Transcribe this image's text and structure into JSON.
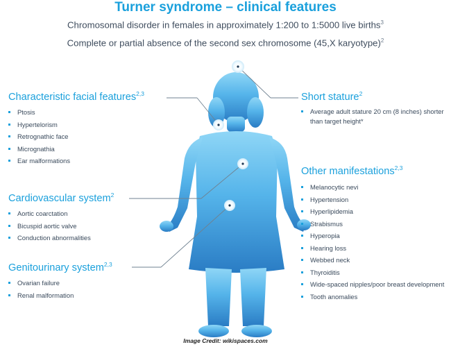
{
  "header": {
    "title": "Turner syndrome – clinical features",
    "subtitle_line1": "Chromosomal disorder in females in approximately 1:200 to 1:5000 live births",
    "subtitle_line1_ref": "3",
    "subtitle_line2": "Complete or partial absence of the second sex chromosome (45,X karyotype)",
    "subtitle_line2_ref": "2"
  },
  "sections": {
    "facial": {
      "heading": "Characteristic facial features",
      "ref": "2,3",
      "items": [
        "Ptosis",
        "Hypertelorism",
        "Retrognathic face",
        "Micrognathia",
        "Ear malformations"
      ]
    },
    "cardio": {
      "heading": "Cardiovascular system",
      "ref": "2",
      "items": [
        "Aortic coarctation",
        "Bicuspid aortic valve",
        "Conduction abnormalities"
      ]
    },
    "genito": {
      "heading": "Genitourinary system",
      "ref": "2,3",
      "items": [
        "Ovarian failure",
        "Renal malformation"
      ]
    },
    "short": {
      "heading": "Short stature",
      "ref": "2",
      "items": [
        "Average adult stature 20 cm (8 inches) shorter than target height*"
      ]
    },
    "other": {
      "heading": "Other manifestations",
      "ref": "2,3",
      "items": [
        "Melanocytic nevi",
        "Hypertension",
        "Hyperlipidemia",
        "Strabismus",
        "Hyperopia",
        "Hearing loss",
        "Webbed neck",
        "Thyroiditis",
        "Wide-spaced nipples/poor breast development",
        "Tooth anomalies"
      ]
    }
  },
  "credit": "Image Credit: wikispaces.com",
  "colors": {
    "accent": "#1aa0dc",
    "silhouette_light": "#8fd6f6",
    "silhouette_dark": "#2a7cc4",
    "text": "#3a4a5c"
  }
}
